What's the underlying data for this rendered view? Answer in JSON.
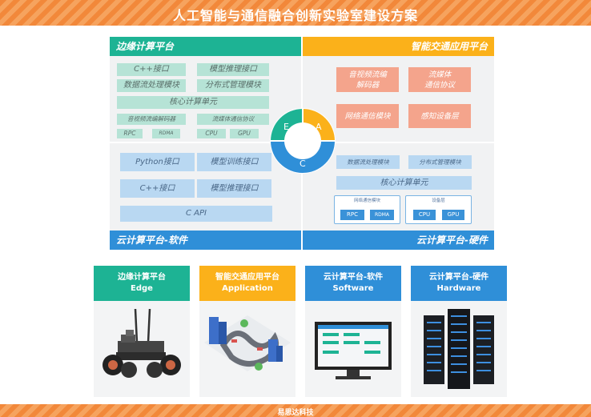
{
  "title": "人工智能与通信融合创新实验室建设方案",
  "footer": "易思达科技",
  "architecture": {
    "edge": {
      "title": "边缘计算平台",
      "cpp": "C++接口",
      "model_infer": "模型推理接口",
      "stream": "数据流处理模块",
      "dist": "分布式管理模块",
      "core": "核心计算单元",
      "codec": "音视频流编解码器",
      "media": "流媒体通信协议",
      "rpc": "RPC",
      "rdma": "RDMA",
      "cpu": "CPU",
      "gpu": "GPU"
    },
    "traffic": {
      "title": "智能交通应用平台",
      "codec": [
        "音视频流编",
        "解码器"
      ],
      "media": [
        "流媒体",
        "通信协议"
      ],
      "net": "网络通信模块",
      "sensor": "感知设备层"
    },
    "software": {
      "title": "云计算平台-软件",
      "python": "Python接口",
      "train": "模型训练接口",
      "cpp": "C++接口",
      "infer": "模型推理接口",
      "capi": "C API"
    },
    "hardware": {
      "title": "云计算平台-硬件",
      "stream": "数据流处理模块",
      "dist": "分布式管理模块",
      "core": "核心计算单元",
      "netcap": "网络通信模块",
      "rpc": "RPC",
      "rdma": "RDMA",
      "devcap": "设备层",
      "cpu": "CPU",
      "gpu": "GPU"
    },
    "ring": {
      "e": "E",
      "a": "A",
      "c": "C"
    }
  },
  "colors": {
    "teal": "#1db394",
    "orange": "#fbb11a",
    "blue": "#2f8fd8",
    "banner": "#f2883a"
  },
  "cards": [
    {
      "cn": "边缘计算平台",
      "en": "Edge",
      "color": "#1db394",
      "icon": "robot-car"
    },
    {
      "cn": "智能交通应用平台",
      "en": "Application",
      "color": "#fbb11a",
      "icon": "smart-city"
    },
    {
      "cn": "云计算平台-软件",
      "en": "Software",
      "color": "#2f8fd8",
      "icon": "monitor"
    },
    {
      "cn": "云计算平台-硬件",
      "en": "Hardware",
      "color": "#2f8fd8",
      "icon": "server-rack"
    }
  ]
}
